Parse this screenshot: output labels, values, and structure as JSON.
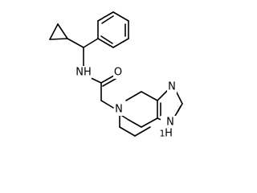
{
  "molecule": {
    "atom_labels": {
      "amide_nh": "NH",
      "carbonyl_o": "O",
      "ring_n": "N",
      "imidazole_n": "N",
      "imidazole_nh": "H"
    },
    "imidazole_nh_n": "N",
    "imidazole_nh_h_prefix": "1"
  }
}
